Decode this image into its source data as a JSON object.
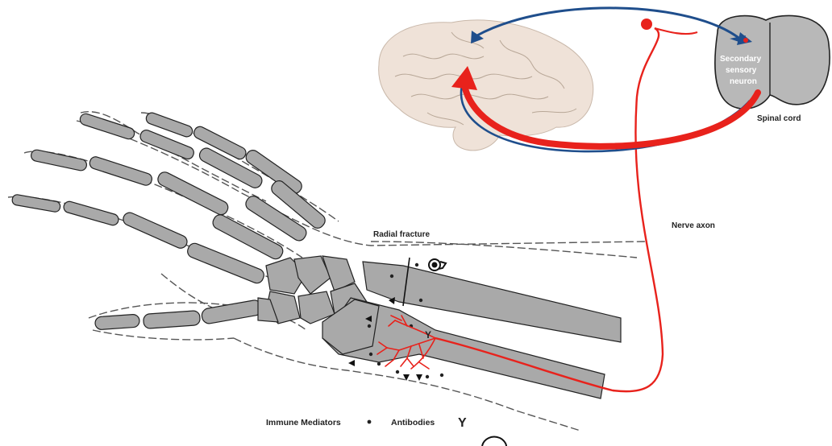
{
  "labels": {
    "secondary_neuron_line1": "Secondary",
    "secondary_neuron_line2": "sensory",
    "secondary_neuron_line3": "neuron",
    "spinal_cord": "Spinal cord",
    "nerve_axon": "Nerve axon",
    "radial_fracture": "Radial fracture"
  },
  "legend": {
    "immune_mediators": "Immune Mediators",
    "antibodies": "Antibodies",
    "antibody_glyph": "Y"
  },
  "colors": {
    "nerve": "#e8221c",
    "return_arc": "#1f4e8c",
    "bone": "#a9a9a9",
    "cord": "#b8b8b8",
    "brain": "#efe2d8",
    "skin_outline": "#444444"
  }
}
